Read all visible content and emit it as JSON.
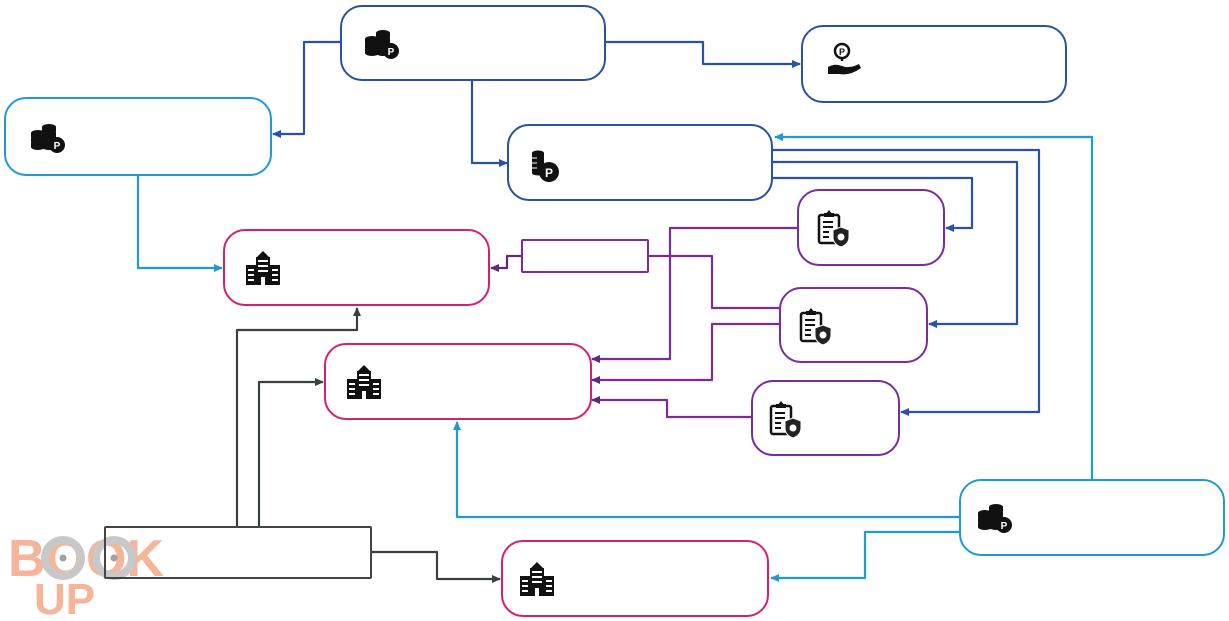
{
  "diagram": {
    "title": "",
    "colors": {
      "navy": "#2752a6",
      "sky": "#1f9ad6",
      "magenta": "#d3206f",
      "purple": "#7b2c9c",
      "dark": "#3a3f3f",
      "watermark_orange": "#f4b59a",
      "watermark_gray": "#c8c8c8"
    },
    "watermark": {
      "line1": "BOOK",
      "line2": "UP"
    },
    "nodes": [
      {
        "id": "fund-top",
        "icon": "coins-payment-icon",
        "label": "",
        "color": "navy"
      },
      {
        "id": "payout",
        "icon": "hand-coin-payment-icon",
        "label": "",
        "color": "navy"
      },
      {
        "id": "fund-left",
        "icon": "coins-payment-icon",
        "label": "",
        "color": "sky"
      },
      {
        "id": "fund-mid",
        "icon": "coin-stack-payment-icon",
        "label": "",
        "color": "navy"
      },
      {
        "id": "hospital-1",
        "icon": "hospital-icon",
        "label": "",
        "color": "magenta"
      },
      {
        "id": "hospital-2",
        "icon": "hospital-icon",
        "label": "",
        "color": "magenta"
      },
      {
        "id": "hospital-3",
        "icon": "hospital-icon",
        "label": "",
        "color": "magenta"
      },
      {
        "id": "insurer-1",
        "icon": "clipboard-shield-icon",
        "label": "",
        "color": "purple"
      },
      {
        "id": "insurer-2",
        "icon": "clipboard-shield-icon",
        "label": "",
        "color": "purple"
      },
      {
        "id": "insurer-3",
        "icon": "clipboard-shield-icon",
        "label": "",
        "color": "purple"
      },
      {
        "id": "connector-box",
        "icon": "",
        "label": "",
        "color": "purple"
      },
      {
        "id": "fund-bottom",
        "icon": "coins-payment-icon",
        "label": "",
        "color": "sky"
      },
      {
        "id": "source-box",
        "icon": "",
        "label": "",
        "color": "dark"
      }
    ],
    "edges": [
      {
        "from": "fund-top",
        "to": "payout",
        "color": "navy"
      },
      {
        "from": "fund-top",
        "to": "fund-left",
        "color": "navy"
      },
      {
        "from": "fund-top",
        "to": "fund-mid",
        "color": "navy"
      },
      {
        "from": "fund-left",
        "to": "hospital-1",
        "color": "sky"
      },
      {
        "from": "fund-mid",
        "to": "insurer-1",
        "color": "navy"
      },
      {
        "from": "fund-mid",
        "to": "insurer-2",
        "color": "navy"
      },
      {
        "from": "fund-mid",
        "to": "insurer-3",
        "color": "navy"
      },
      {
        "from": "fund-bottom",
        "to": "fund-mid",
        "color": "sky"
      },
      {
        "from": "fund-bottom",
        "to": "hospital-2",
        "color": "sky"
      },
      {
        "from": "fund-bottom",
        "to": "hospital-3",
        "color": "sky"
      },
      {
        "from": "connector-box",
        "to": "hospital-1",
        "color": "purple"
      },
      {
        "from": "insurer-2",
        "to": "connector-box",
        "color": "purple"
      },
      {
        "from": "insurer-1",
        "to": "hospital-2",
        "color": "purple"
      },
      {
        "from": "insurer-2",
        "to": "hospital-2",
        "color": "purple"
      },
      {
        "from": "insurer-3",
        "to": "hospital-2",
        "color": "purple"
      },
      {
        "from": "source-box",
        "to": "hospital-1",
        "color": "dark"
      },
      {
        "from": "source-box",
        "to": "hospital-2",
        "color": "dark"
      },
      {
        "from": "source-box",
        "to": "hospital-3",
        "color": "dark"
      }
    ]
  }
}
